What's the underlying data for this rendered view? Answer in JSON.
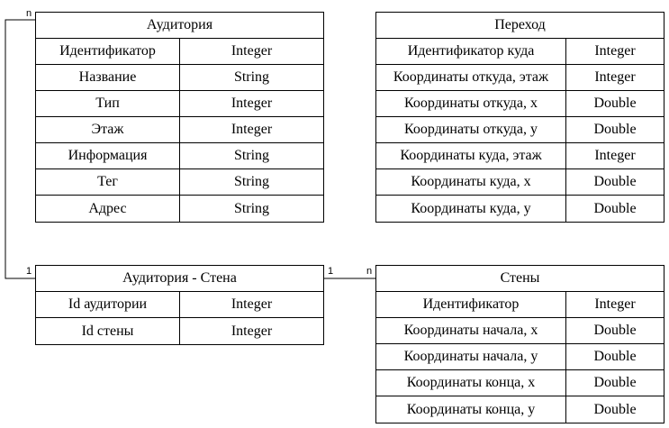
{
  "entities": {
    "auditorium": {
      "title": "Аудитория",
      "fields": [
        {
          "name": "Идентификатор",
          "type": "Integer"
        },
        {
          "name": "Название",
          "type": "String"
        },
        {
          "name": "Тип",
          "type": "Integer"
        },
        {
          "name": "Этаж",
          "type": "Integer"
        },
        {
          "name": "Информация",
          "type": "String"
        },
        {
          "name": "Тег",
          "type": "String"
        },
        {
          "name": "Адрес",
          "type": "String"
        }
      ]
    },
    "transition": {
      "title": "Переход",
      "fields": [
        {
          "name": "Идентификатор куда",
          "type": "Integer"
        },
        {
          "name": "Координаты откуда, этаж",
          "type": "Integer"
        },
        {
          "name": "Координаты откуда, x",
          "type": "Double"
        },
        {
          "name": "Координаты откуда, y",
          "type": "Double"
        },
        {
          "name": "Координаты куда, этаж",
          "type": "Integer"
        },
        {
          "name": "Координаты куда, x",
          "type": "Double"
        },
        {
          "name": "Координаты куда, y",
          "type": "Double"
        }
      ]
    },
    "auditorium_wall": {
      "title": "Аудитория - Стена",
      "fields": [
        {
          "name": "Id аудитории",
          "type": "Integer"
        },
        {
          "name": "Id стены",
          "type": "Integer"
        }
      ]
    },
    "walls": {
      "title": "Стены",
      "fields": [
        {
          "name": "Идентификатор",
          "type": "Integer"
        },
        {
          "name": "Координаты начала, x",
          "type": "Double"
        },
        {
          "name": "Координаты начала, y",
          "type": "Double"
        },
        {
          "name": "Координаты конца, x",
          "type": "Double"
        },
        {
          "name": "Координаты конца, y",
          "type": "Double"
        }
      ]
    }
  },
  "relations": [
    {
      "from": "auditorium",
      "to": "auditorium_wall",
      "card_from": "n",
      "card_to": "1"
    },
    {
      "from": "auditorium_wall",
      "to": "walls",
      "card_from": "1",
      "card_to": "n"
    }
  ]
}
